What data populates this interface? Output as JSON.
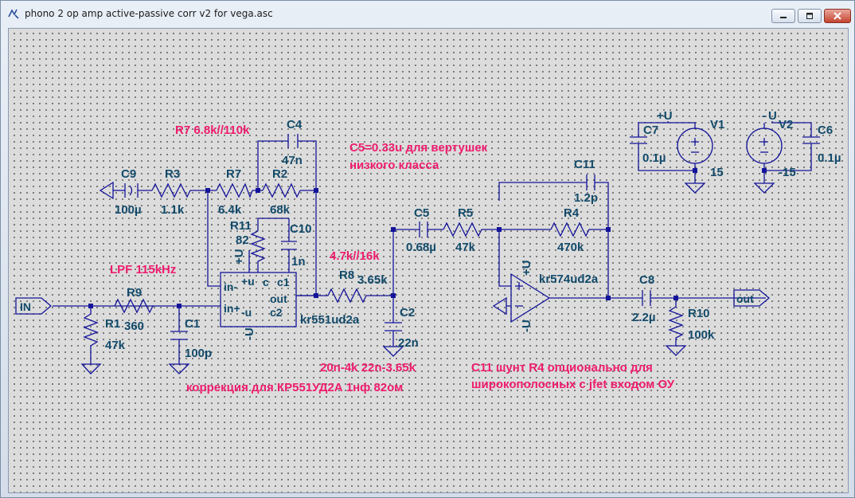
{
  "window": {
    "title": "phono 2 op amp active-passive corr v2 for vega.asc"
  },
  "colors": {
    "wire": "#14149a",
    "label": "#124a6a",
    "note": "#ee1c6e",
    "background": "#dcdcdc"
  },
  "components": {
    "C9": {
      "name": "C9",
      "value": "100µ"
    },
    "R3": {
      "name": "R3",
      "value": "1.1k"
    },
    "R7": {
      "name": "R7",
      "value": "6.4k"
    },
    "R2": {
      "name": "R2",
      "value": "68k"
    },
    "C4": {
      "name": "C4",
      "value": "47n"
    },
    "R11": {
      "name": "R11",
      "value": "82"
    },
    "C10": {
      "name": "C10",
      "value": "1n"
    },
    "R9": {
      "name": "R9",
      "value": "360"
    },
    "R1": {
      "name": "R1",
      "value": "47k"
    },
    "C1": {
      "name": "C1",
      "value": "100p"
    },
    "U1": {
      "name": "kr551ud2a",
      "pins": {
        "in_minus": "in-",
        "in_plus": "in+",
        "vplus": "+u",
        "vminus": "-u",
        "c": "c",
        "c1": "c1",
        "c2": "c2",
        "out": "out"
      }
    },
    "R8": {
      "name": "R8",
      "value": "3.65k"
    },
    "C2": {
      "name": "C2",
      "value": "22n"
    },
    "C5": {
      "name": "C5",
      "value": "0.68µ"
    },
    "R5": {
      "name": "R5",
      "value": "47k"
    },
    "R4": {
      "name": "R4",
      "value": "470k"
    },
    "C11": {
      "name": "C11",
      "value": "1.2p"
    },
    "U2": {
      "name": "kr574ud2a"
    },
    "C8": {
      "name": "C8",
      "value": "2.2µ"
    },
    "R10": {
      "name": "R10",
      "value": "100k"
    },
    "C7": {
      "name": "C7",
      "value": "0.1µ"
    },
    "V1": {
      "name": "V1",
      "value": "15"
    },
    "V2": {
      "name": "V2",
      "value": "-15"
    },
    "C6": {
      "name": "C6",
      "value": "0.1µ"
    }
  },
  "nets": {
    "vplus": "+U",
    "vminus": "-U",
    "supply_u": "U"
  },
  "ports": {
    "input": "IN",
    "output": "out"
  },
  "notes": {
    "r7": "R7 6.8k//110k",
    "c5": "C5=0.33u для вертушек",
    "c5b": "низкого класса",
    "lpf": "LPF 115kHz",
    "r8": "4.7k//16k",
    "c2": "20n-4k 22n-3.65k",
    "corr": "коррекция для КР551УД2А 1нф 82ом",
    "c11": "C11 шунт R4  опционально для",
    "c11b": "широкополосных с jfet входом ОУ"
  }
}
